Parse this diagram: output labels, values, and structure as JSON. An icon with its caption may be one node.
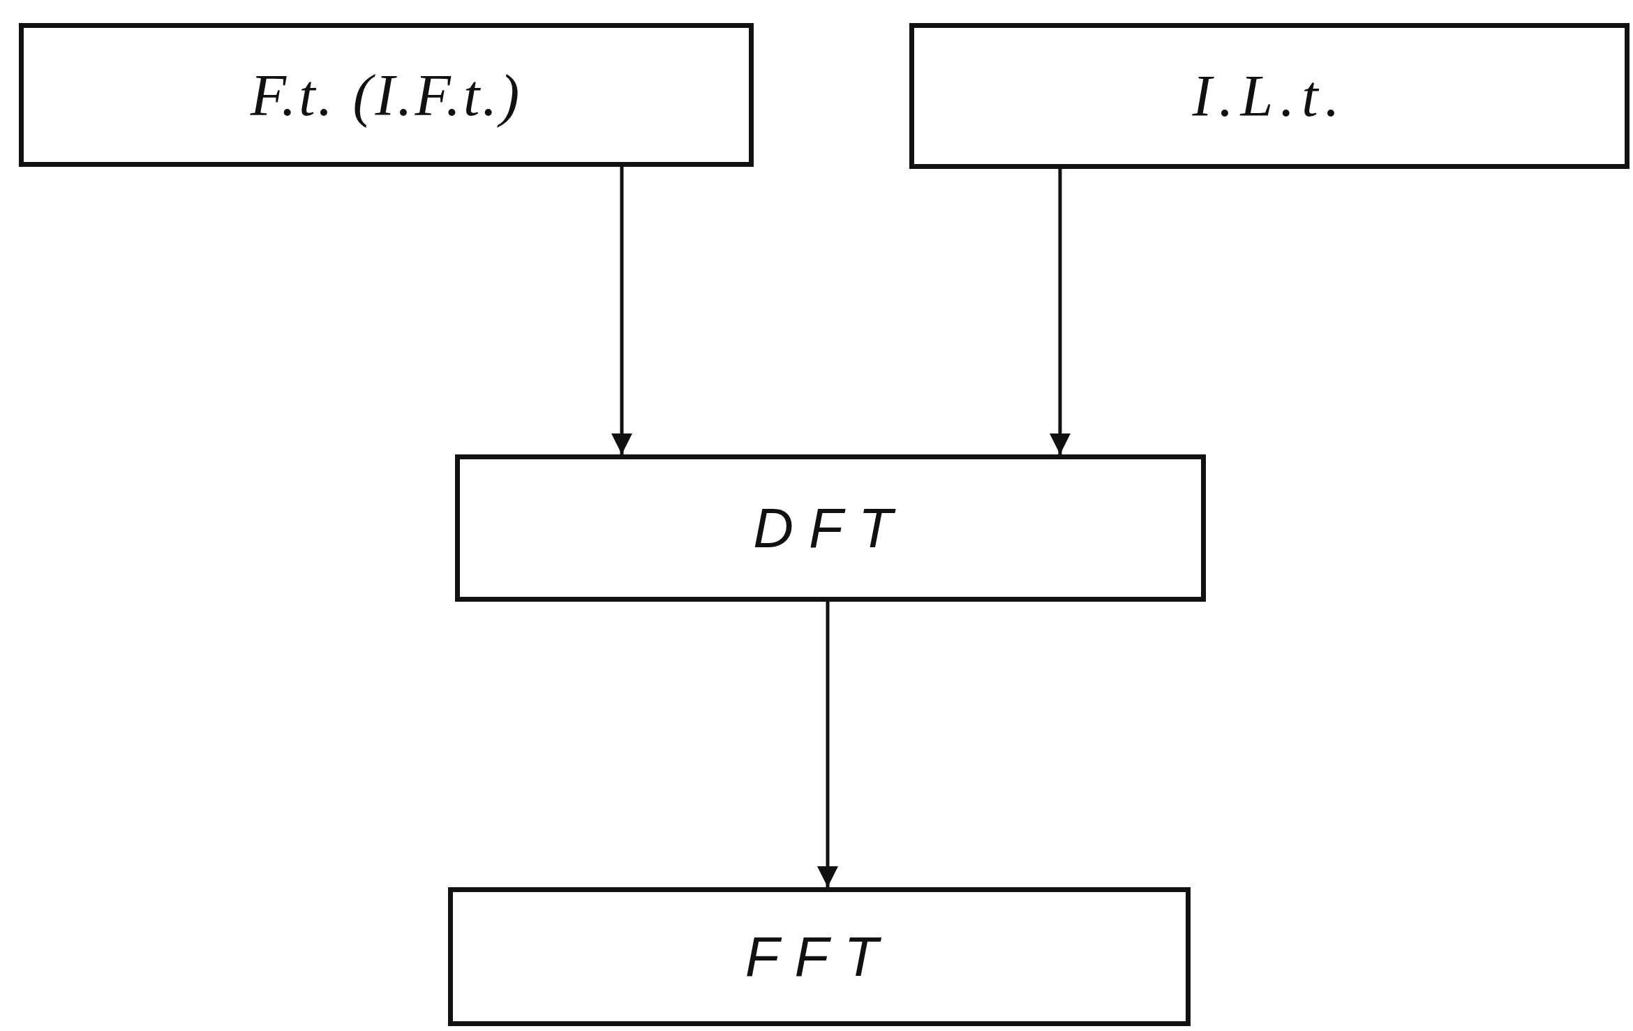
{
  "diagram": {
    "nodes": [
      {
        "text": [
          "F.t. (I.F.t.)"
        ]
      },
      {
        "text": [
          "I.L.t."
        ]
      },
      {
        "text": [
          "DFT"
        ]
      },
      {
        "text": [
          "FFT"
        ]
      }
    ],
    "edges": [
      {
        "from": 0,
        "to": 2,
        "arrow": "to"
      },
      {
        "from": 1,
        "to": 2,
        "arrow": "to"
      },
      {
        "from": 2,
        "to": 3,
        "arrow": "to"
      }
    ]
  }
}
